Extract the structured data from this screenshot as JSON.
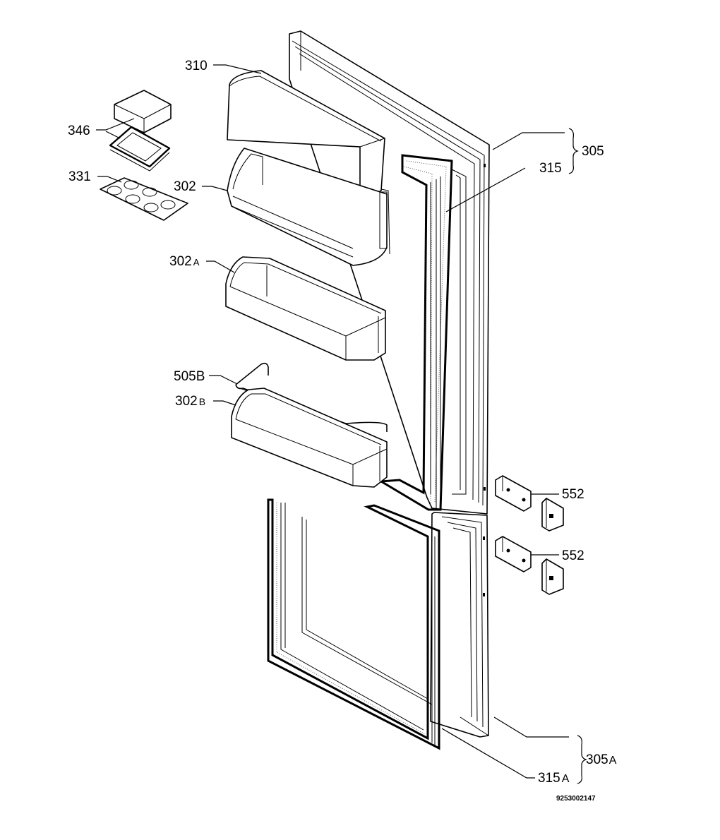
{
  "labels": {
    "p310": "310",
    "p346": "346",
    "p331": "331",
    "p302": "302",
    "p302a": "302",
    "p302a_suffix": "A",
    "p505b": "505B",
    "p302b": "302",
    "p302b_suffix": "B",
    "p305": "305",
    "p315": "315",
    "p552a": "552",
    "p552b": "552",
    "p305a": "305",
    "p305a_suffix": "A",
    "p315a": "315",
    "p315a_suffix": "A",
    "drawing_number": "9253002147"
  }
}
